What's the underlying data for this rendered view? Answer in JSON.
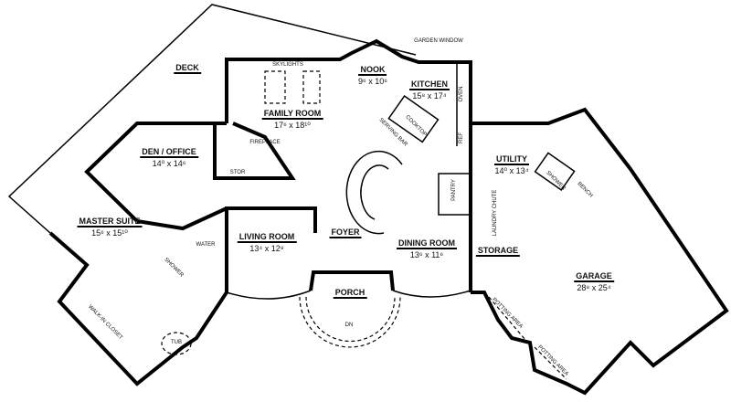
{
  "rooms": {
    "deck": {
      "name": "DECK"
    },
    "family_room": {
      "name": "FAMILY ROOM",
      "dim": "17⁶ x 18¹⁰"
    },
    "nook": {
      "name": "NOOK",
      "dim": "9⁶ x 10⁶"
    },
    "kitchen": {
      "name": "KITCHEN",
      "dim": "15⁸ x 17⁴"
    },
    "den_office": {
      "name": "DEN / OFFICE",
      "dim": "14⁰ x 14⁶"
    },
    "master_suite": {
      "name": "MASTER SUITE",
      "dim": "15⁶ x 15¹⁰"
    },
    "living_room": {
      "name": "LIVING ROOM",
      "dim": "13⁴ x 12⁸"
    },
    "foyer": {
      "name": "FOYER"
    },
    "porch": {
      "name": "PORCH"
    },
    "dining_room": {
      "name": "DINING ROOM",
      "dim": "13⁶ x 11⁶"
    },
    "storage": {
      "name": "STORAGE"
    },
    "utility": {
      "name": "UTILITY",
      "dim": "14⁰ x 13⁴"
    },
    "garage": {
      "name": "GARAGE",
      "dim": "28⁸ x 25⁴"
    }
  },
  "fixtures": {
    "skylights": "SKYLIGHTS",
    "garden_window": "GARDEN WINDOW",
    "cooktop": "COOKTOP",
    "serving_bar": "SERVING BAR",
    "oven": "OVEN",
    "ref": "REF",
    "fireplace": "FIREPLACE",
    "stor": "STOR",
    "pantry": "PANTRY",
    "laundry_chute": "LAUNDRY CHUTE",
    "utility_shower": "SHOWER",
    "bench": "BENCH",
    "water": "WATER",
    "shower": "SHOWER",
    "walk_in_closet": "WALK-IN CLOSET",
    "tub": "TUB",
    "dn": "DN",
    "potting_area_1": "POTTING AREA",
    "potting_area_2": "POTTING AREA"
  }
}
